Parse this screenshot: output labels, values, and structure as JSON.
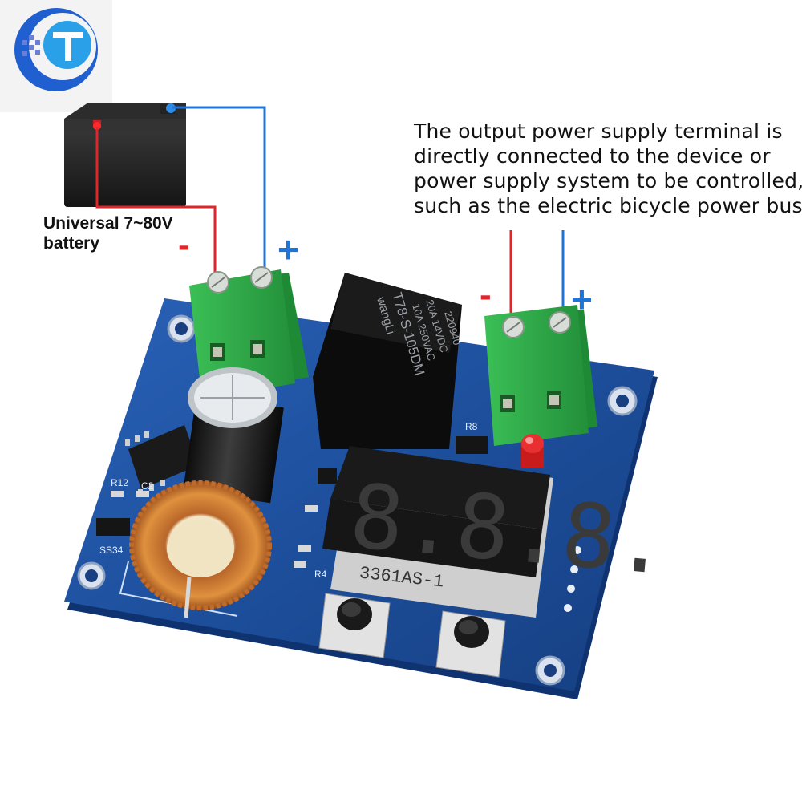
{
  "annotation": {
    "lines": [
      "The output power supply terminal is",
      "directly connected to the device or",
      "power supply system to be controlled,",
      "such as the electric bicycle power bus."
    ]
  },
  "battery": {
    "label_line1": "Universal 7~80V",
    "label_line2": "battery"
  },
  "terminals": {
    "input_negative": "-",
    "input_positive": "+",
    "output_negative": "-",
    "output_positive": "+"
  },
  "relay": {
    "brand": "wangLi",
    "model": "T78-S-105DM",
    "rating1": "10A 250VAC",
    "rating2": "20A 14VDC",
    "code": "220940"
  },
  "display": {
    "digits": "8.8.8.",
    "part_number": "3361AS-1"
  },
  "silkscreen": {
    "r12": "R12",
    "c2": "C2",
    "r8": "R8",
    "r4": "R4",
    "ss34": "SS34"
  },
  "colors": {
    "negative_wire": "#e0252b",
    "positive_wire": "#1f74d6",
    "pcb": "#1c4fa0",
    "terminal": "#2fae4a"
  }
}
